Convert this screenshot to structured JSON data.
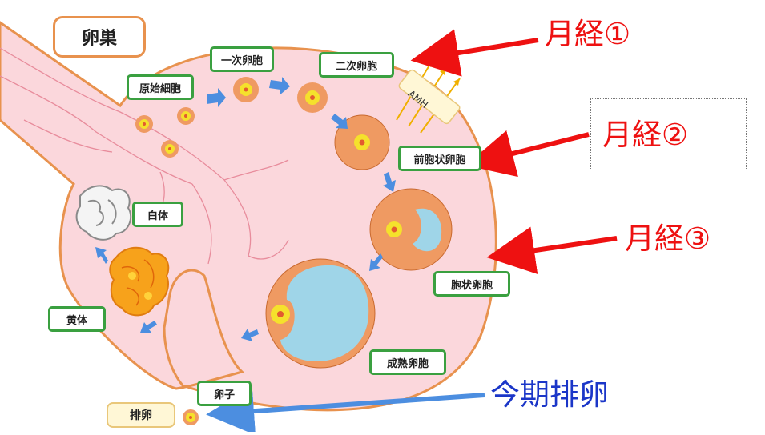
{
  "diagram": {
    "ovary_label": "卵巣",
    "stages": {
      "primordial": "原始細胞",
      "primary": "一次卵胞",
      "secondary": "二次卵胞",
      "preantral": "前胞状卵胞",
      "antral": "胞状卵胞",
      "mature": "成熟卵胞",
      "oocyte": "卵子",
      "corpus_luteum": "黄体",
      "corpus_albicans": "白体",
      "ovulation": "排卵"
    },
    "amh": "AMH"
  },
  "annotations": {
    "cycle1": "月経①",
    "cycle2": "月経②",
    "cycle3": "月経③",
    "this_cycle": "今期排卵"
  },
  "colors": {
    "ovary_fill": "#fbd7dc",
    "ovary_border": "#e8924e",
    "label_border": "#3aa040",
    "red_arrow": "#ee1111",
    "blue_arrow": "#4c8ee0",
    "follicle_orange": "#ef9a62",
    "fluid_blue": "#9fd5e8"
  }
}
